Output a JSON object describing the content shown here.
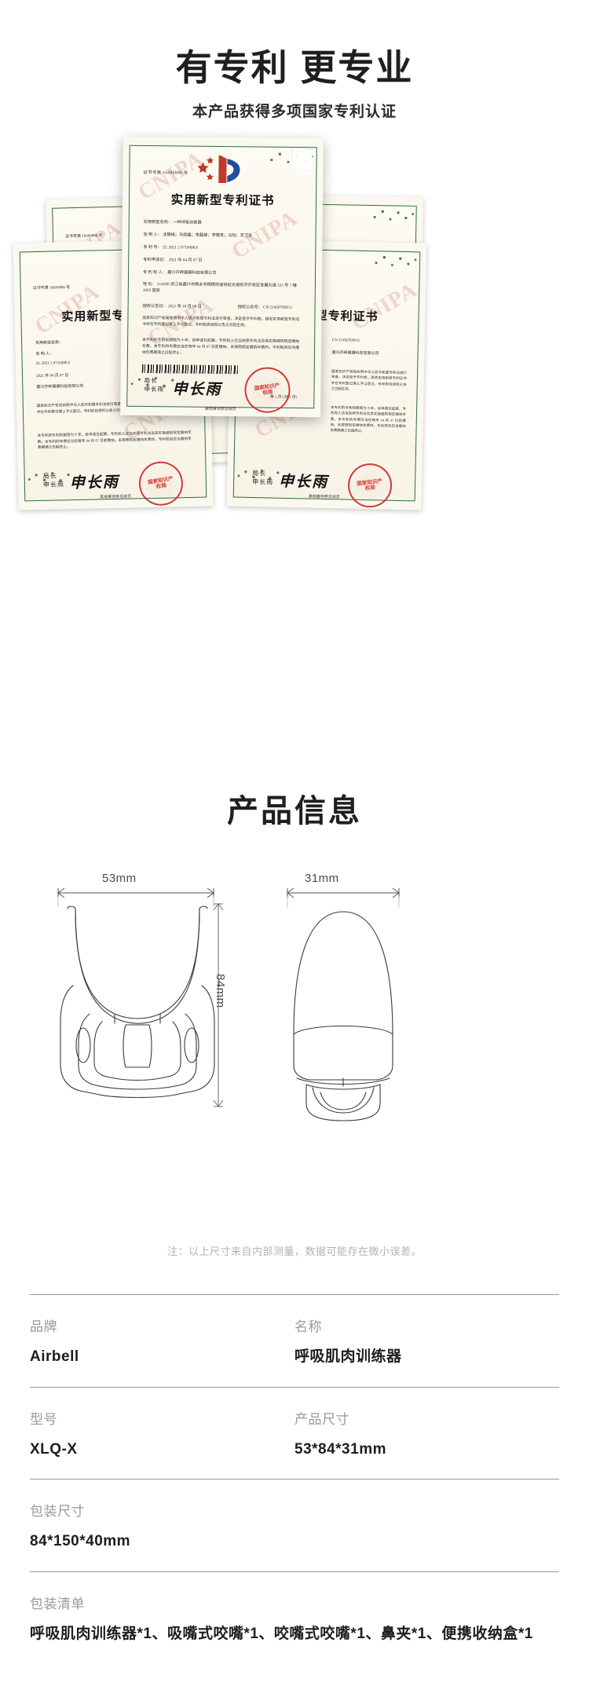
{
  "patent_section": {
    "title": "有专利 更专业",
    "subtitle": "本产品获得多项国家专利认证",
    "certificates": [
      {
        "cert_no": "证书号第 16600886 号",
        "title": "实用新型专利证书",
        "name_label": "实用新型名称：",
        "name_value": "一种呼吸训练器",
        "inventor_label": "发  明  人：",
        "inventor_value": "沈璟梅；马斌鑫；朱磊峰；李慎贵；马钰；苏卫东",
        "patent_no_label": "专  利  号：",
        "patent_no_value": "ZL 2021 2 0710498.6",
        "apply_date_label": "专利申请日：",
        "apply_date_value": "2021 年 04 月 07 日",
        "holder_label": "专 利 权 人：",
        "holder_value": "嘉兴齐畔健康科技有限公司",
        "address_label": "地       址：",
        "address_value": "314500 浙江省嘉兴市桐乡市梧桐街道世纪大道经济开发区发展大道 533 号 7 幢 1603 室房",
        "grant_label": "授权公告日：",
        "grant_value": "2021 年 10 月 08 日",
        "grant_no_label": "授权公告号：",
        "grant_no_value": "CN 214507058 U",
        "body_text": "国家知识产权局依照中华人民共和国专利法进行审查，决定授予专利权，颁发实用新型专利证书并在专利登记簿上予以登记。专利权自授权公告之日起生效。",
        "body_text2": "本专利的专利权期限为十年，自申请日起算。专利权人应当依照专利法及其实施细则规定缴纳年费。本专利的年费应当在每年 04 月 07 日前缴纳。未按照规定缴纳年费的，专利权自应当缴纳年费期满之日起终止。",
        "director_label": "局长",
        "director_sub": "申长雨",
        "signature": "申长雨",
        "seal_text": "国家知识产权局",
        "footer": "其他事项参见续页",
        "page_no": "第 1 页 (共 2 页)",
        "watermark": "CNIPA"
      }
    ]
  },
  "product_info": {
    "title": "产品信息",
    "drawings": {
      "front_width": "53mm",
      "front_height": "84mm",
      "side_width": "31mm"
    },
    "note": "注：以上尺寸来自内部测量，数据可能存在微小误差。",
    "specs": [
      [
        {
          "key": "品牌",
          "value": "Airbell"
        },
        {
          "key": "名称",
          "value": "呼吸肌肉训练器"
        }
      ],
      [
        {
          "key": "型号",
          "value": "XLQ-X"
        },
        {
          "key": "产品尺寸",
          "value": "53*84*31mm"
        }
      ],
      [
        {
          "key": "包装尺寸",
          "value": "84*150*40mm",
          "wide": true
        }
      ],
      [
        {
          "key": "包装清单",
          "value": "呼吸肌肉训练器*1、吸嘴式咬嘴*1、咬嘴式咬嘴*1、鼻夹*1、便携收纳盒*1",
          "wide": true
        }
      ]
    ]
  },
  "colors": {
    "background": "#ffffff",
    "heading": "#1f1f1f",
    "muted": "#999999",
    "note": "#b3b3b3",
    "cert_border": "#2e6b42",
    "cert_paper": "#fbf8ef",
    "seal_red": "#cc2020",
    "rule": "#9a9a9a"
  }
}
